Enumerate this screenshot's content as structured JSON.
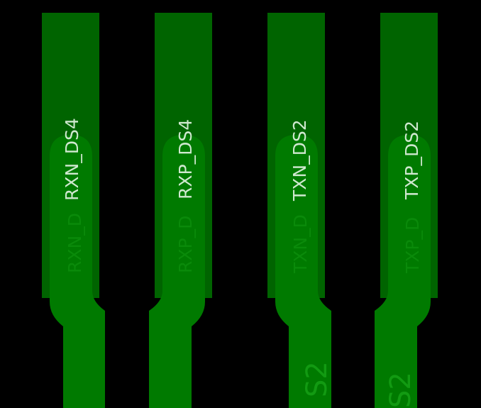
{
  "board": {
    "background_color": "#000000",
    "pad_color": "#006400",
    "trace_color": "#007a00",
    "label_color": "#cfe8cf",
    "ghost_label_color": "#0a8a0a"
  },
  "traces": [
    {
      "net": "RXN_DS4",
      "ghost": "RXN_D"
    },
    {
      "net": "RXP_DS4",
      "ghost": "RXP_D"
    },
    {
      "net": "TXN_DS2",
      "ghost": "TXN_D"
    },
    {
      "net": "TXP_DS2",
      "ghost": "TXP_D"
    }
  ],
  "bottom_fragments": [
    "S2",
    "S2"
  ]
}
